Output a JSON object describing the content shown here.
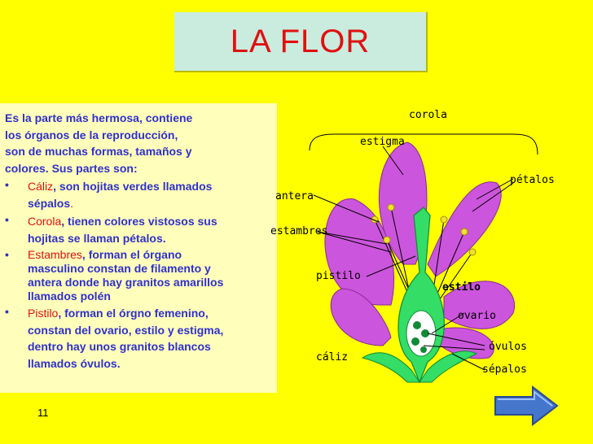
{
  "title": "LA FLOR",
  "intro": [
    "Es la parte más hermosa, contiene",
    "los órganos de la reproducción,",
    "son de muchas formas, tamaños y",
    "colores. Sus partes son:"
  ],
  "bullets": [
    {
      "term": "Cáliz",
      "lines": [
        ", son hojitas verdes llamados",
        "sépalos",
        "."
      ]
    },
    {
      "term": "Corola",
      "lines": [
        ", tienen colores vistosos sus",
        "hojitas se llaman pétalos."
      ]
    },
    {
      "term": "Estambres",
      "lines": [
        ", forman el órgano",
        "masculino constan de filamento y",
        "antera donde hay granitos amarillos",
        "llamados polén"
      ]
    },
    {
      "term": "Pistilo",
      "lines": [
        ", forman el órgno femenino,",
        "constan del ovario, estilo y estigma,",
        "dentro hay unos granitos blancos",
        "llamados óvulos."
      ]
    }
  ],
  "slide_number": "11",
  "diagram_labels": {
    "corola": "corola",
    "estigma": "estigma",
    "petalos": "pétalos",
    "antera": "antera",
    "estambres": "estambres",
    "pistilo": "pistilo",
    "estilo": "estilo",
    "ovario": "ovario",
    "caliz": "cáliz",
    "ovulos": "óvulos",
    "sepalos": "sépalos"
  },
  "colors": {
    "background": "#ffff00",
    "title_box": "#c9ecdf",
    "title_text": "#e01010",
    "body_text": "#3030cc",
    "petal": "#cc55dd",
    "stem": "#33dd66",
    "arrow": "#4477cc"
  }
}
